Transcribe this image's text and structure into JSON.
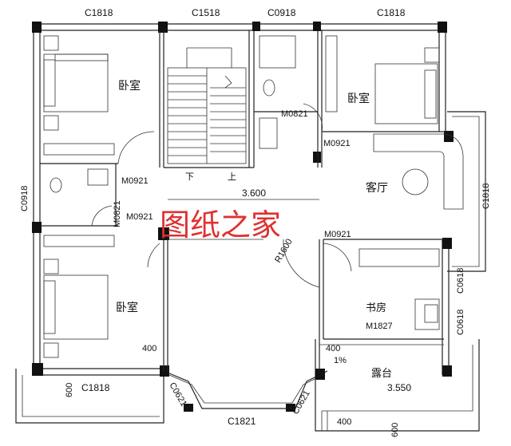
{
  "rooms": {
    "bedroom_nw": "卧室",
    "bedroom_ne": "卧室",
    "bedroom_sw": "卧室",
    "living": "客厅",
    "study": "书房",
    "terrace": "露台"
  },
  "windows": {
    "top_1": "C1818",
    "top_2": "C1518",
    "top_3": "C0918",
    "top_4": "C1818",
    "left": "C0918",
    "right": "C1818",
    "right_lower_1": "C0618",
    "right_lower_2": "C0618",
    "bottom_left": "C1818",
    "bottom_mid": "C1821",
    "bay_left": "C0621",
    "bay_right": "C0621"
  },
  "doors": {
    "bath_ne": "M0821",
    "ne_bed": "M0921",
    "nw_bed": "M0921",
    "bath_w": "M0821",
    "sw_bed": "M0921",
    "living_s": "M0921",
    "study": "M1827"
  },
  "stairs": {
    "down": "下",
    "up": "上"
  },
  "dims": {
    "span": "3.600",
    "radius": "R1600",
    "d400_a": "400",
    "d400_b": "400",
    "d400_c": "400",
    "d600_a": "600",
    "d600_b": "600",
    "elev": "3.550",
    "slope": "1%"
  },
  "watermark": "图纸之家"
}
